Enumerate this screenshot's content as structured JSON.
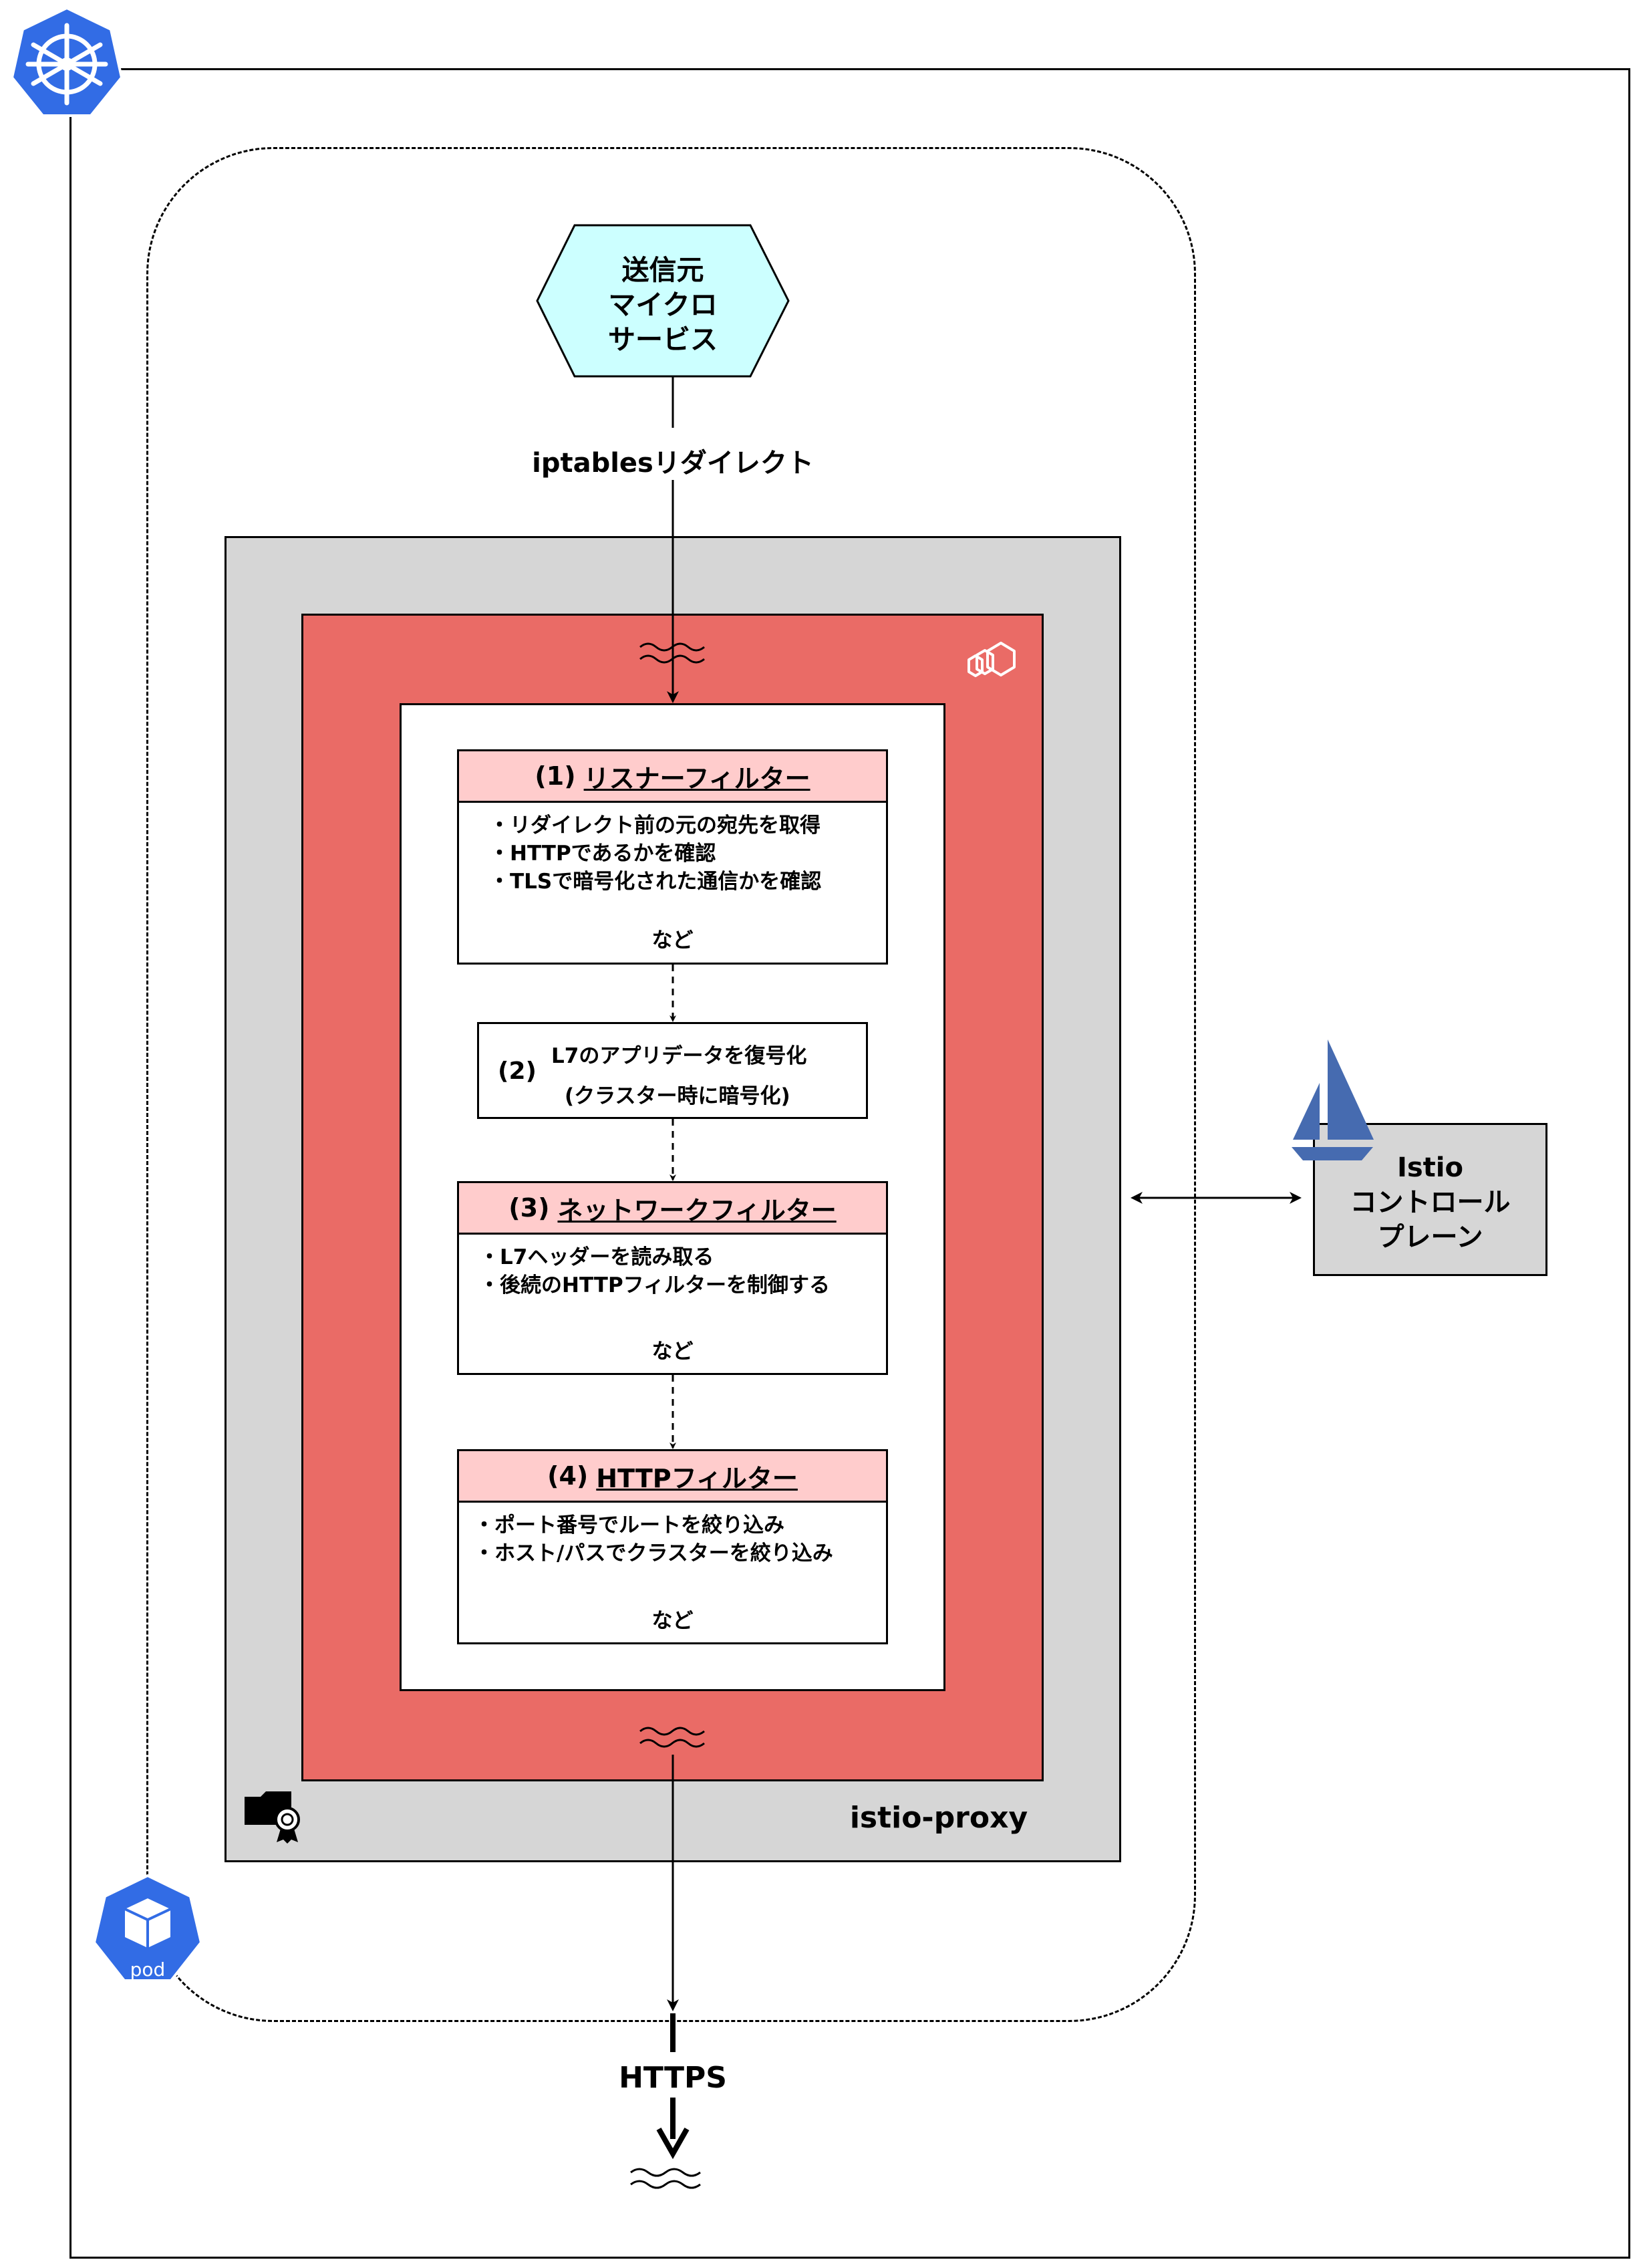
{
  "source": {
    "lines": [
      "送信元",
      "マイクロ",
      "サービス"
    ],
    "fill": "#ccffff"
  },
  "redirect_label": "iptablesリダイレクト",
  "proxy_label": "istio-proxy",
  "pod_label": "pod",
  "filters": [
    {
      "num": "(1)",
      "title": "リスナーフィルター",
      "items": [
        "・リダイレクト前の元の宛先を取得",
        "・HTTPであるかを確認",
        "・TLSで暗号化された通信かを確認"
      ],
      "note": "など"
    },
    {
      "num": "(3)",
      "title": "ネットワークフィルター",
      "items": [
        "・L7ヘッダーを読み取る",
        "・後続のHTTPフィルターを制御する"
      ],
      "note": "など"
    },
    {
      "num": "(4)",
      "title": "HTTPフィルター",
      "items": [
        "・ポート番号でルートを絞り込み",
        "・ホスト/パスでクラスターを絞り込み"
      ],
      "note": "など"
    }
  ],
  "decrypt": {
    "num": "(2)",
    "line1": "L7のアプリデータを復号化",
    "line2": "(クラスター時に暗号化)"
  },
  "control_plane": {
    "lines": [
      "Istio",
      "コントロール",
      "プレーン"
    ]
  },
  "output_label": "HTTPS",
  "icons": {
    "cluster": "kubernetes-icon",
    "pod": "pod-icon",
    "envoy": "envoy-icon",
    "certificate": "certificate-icon",
    "istio": "istio-sail-icon",
    "wave": "wave-icon"
  },
  "colors": {
    "proxy": "#d6d6d6",
    "envoy": "#ea6b66",
    "filter_header": "#ffcccc",
    "kubernetes_blue": "#326ce5",
    "istio_blue": "#466bb0"
  }
}
